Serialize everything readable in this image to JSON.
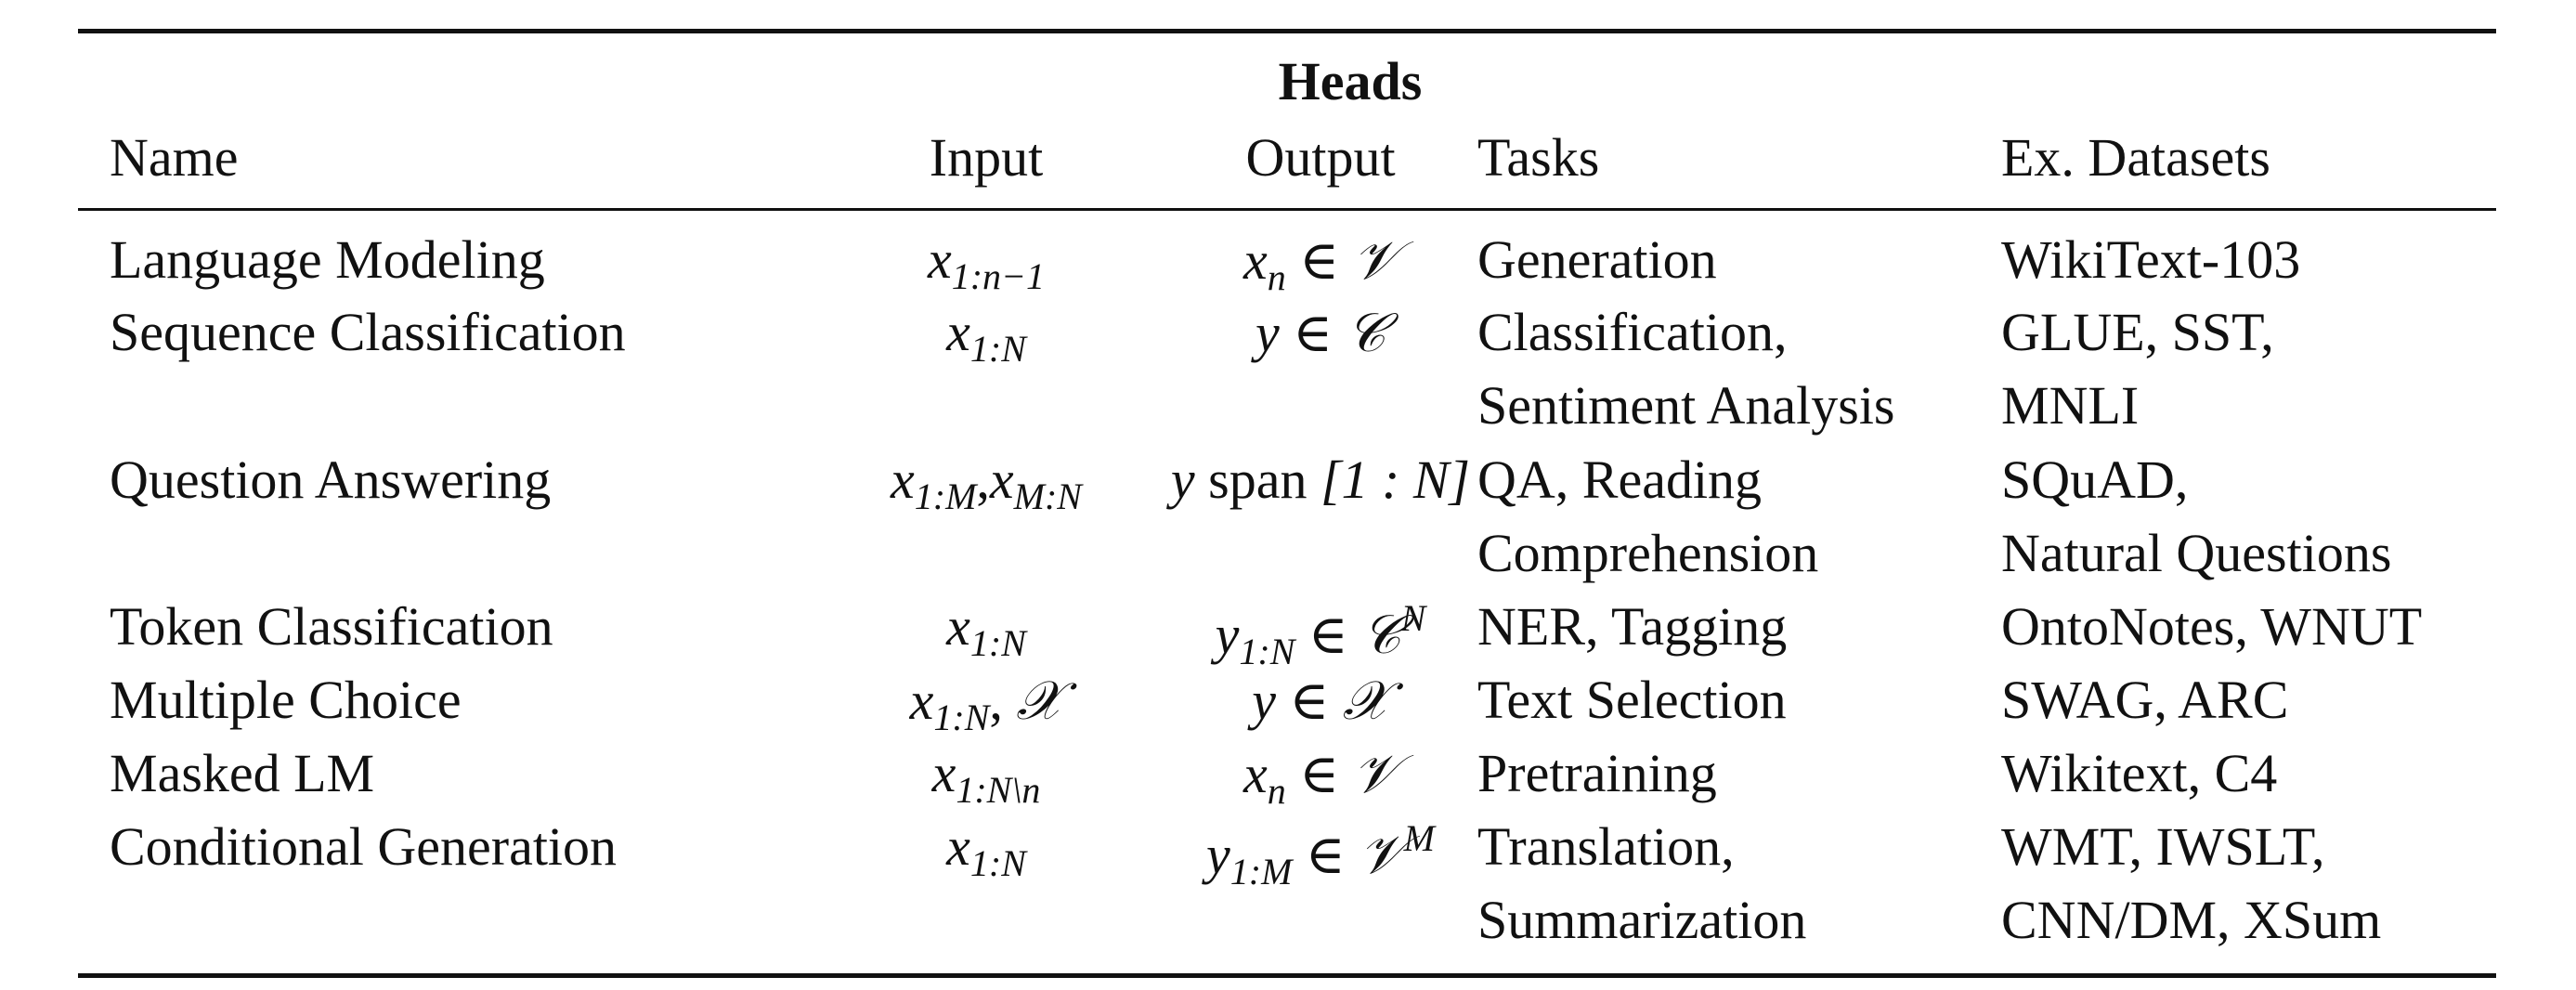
{
  "table": {
    "group_header": "Heads",
    "columns": {
      "name": "Name",
      "input": "Input",
      "output": "Output",
      "tasks": "Tasks",
      "datasets": "Ex. Datasets"
    },
    "rows": [
      {
        "name": "Language Modeling",
        "input": {
          "base": "x",
          "sub": "1:n−1"
        },
        "output": {
          "lhs": "x",
          "sub": "n",
          "rel": "∈",
          "set": "𝒱"
        },
        "tasks": [
          "Generation"
        ],
        "datasets": [
          "WikiText-103"
        ]
      },
      {
        "name": "Sequence Classification",
        "input": {
          "base": "x",
          "sub": "1:N"
        },
        "output": {
          "lhs": "y",
          "rel": "∈",
          "set": "𝒞"
        },
        "tasks": [
          "Classification,",
          "Sentiment Analysis"
        ],
        "datasets": [
          "GLUE, SST,",
          "MNLI"
        ]
      },
      {
        "name": "Question Answering",
        "input": {
          "base": "x",
          "sub": "1:M",
          "sep": ",",
          "base2": "x",
          "sub2": "M:N"
        },
        "output": {
          "lhs": "y",
          "word": "span",
          "bracket": "[1 : N]"
        },
        "tasks": [
          "QA, Reading",
          "Comprehension"
        ],
        "datasets": [
          "SQuAD,",
          "Natural Questions"
        ]
      },
      {
        "name": "Token Classification",
        "input": {
          "base": "x",
          "sub": "1:N"
        },
        "output": {
          "lhs": "y",
          "sub": "1:N",
          "rel": "∈",
          "set": "𝒞",
          "sup": "N"
        },
        "tasks": [
          "NER, Tagging"
        ],
        "datasets": [
          "OntoNotes, WNUT"
        ]
      },
      {
        "name": "Multiple Choice",
        "input": {
          "base": "x",
          "sub": "1:N",
          "sep": ",",
          "extra": "𝒳"
        },
        "output": {
          "lhs": "y",
          "rel": "∈",
          "set": "𝒳"
        },
        "tasks": [
          "Text Selection"
        ],
        "datasets": [
          "SWAG, ARC"
        ]
      },
      {
        "name": "Masked LM",
        "input": {
          "base": "x",
          "sub": "1:N\\n"
        },
        "output": {
          "lhs": "x",
          "sub": "n",
          "rel": "∈",
          "set": "𝒱"
        },
        "tasks": [
          "Pretraining"
        ],
        "datasets": [
          "Wikitext, C4"
        ]
      },
      {
        "name": "Conditional Generation",
        "input": {
          "base": "x",
          "sub": "1:N"
        },
        "output": {
          "lhs": "y",
          "sub": "1:M",
          "rel": "∈",
          "set": "𝒱",
          "sup": "M"
        },
        "tasks": [
          "Translation,",
          "Summarization"
        ],
        "datasets": [
          "WMT, IWSLT,",
          "CNN/DM, XSum"
        ]
      }
    ]
  }
}
